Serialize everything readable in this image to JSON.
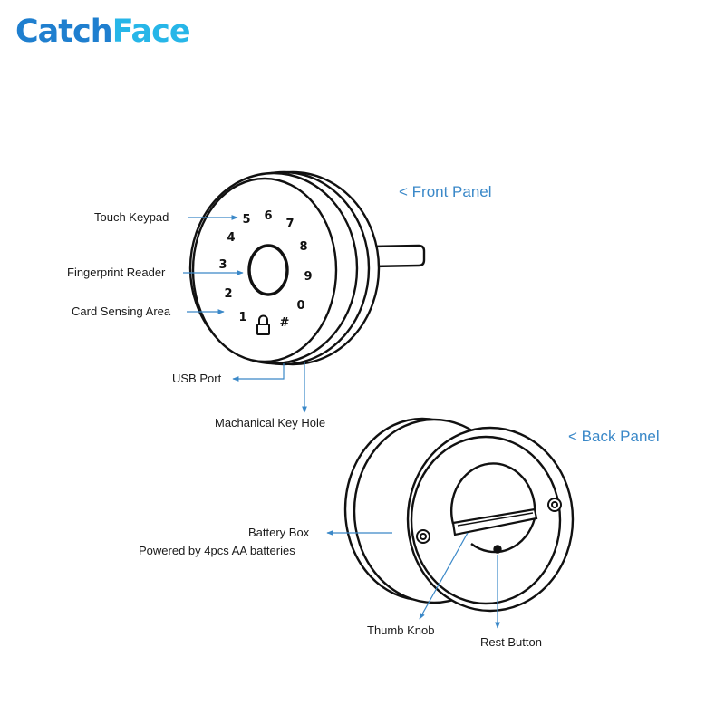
{
  "brand": {
    "part1": "Catch",
    "part2": "Face",
    "color1": "#1f7fcf",
    "color2": "#27b6e8"
  },
  "accent_color": "#3a88c8",
  "front_panel": {
    "title": "< Front Panel",
    "labels": {
      "touch_keypad": "Touch Keypad",
      "fingerprint_reader": "Fingerprint Reader",
      "card_sensing_area": "Card Sensing Area",
      "usb_port": "USB Port",
      "key_hole": "Machanical Key Hole"
    },
    "keys": [
      "5",
      "6",
      "7",
      "4",
      "8",
      "3",
      "9",
      "2",
      "0",
      "1",
      "#"
    ]
  },
  "back_panel": {
    "title": "< Back Panel",
    "labels": {
      "battery_box": "Battery Box",
      "battery_note": "Powered by 4pcs AA batteries",
      "thumb_knob": "Thumb Knob",
      "reset_button": "Rest Button"
    }
  }
}
